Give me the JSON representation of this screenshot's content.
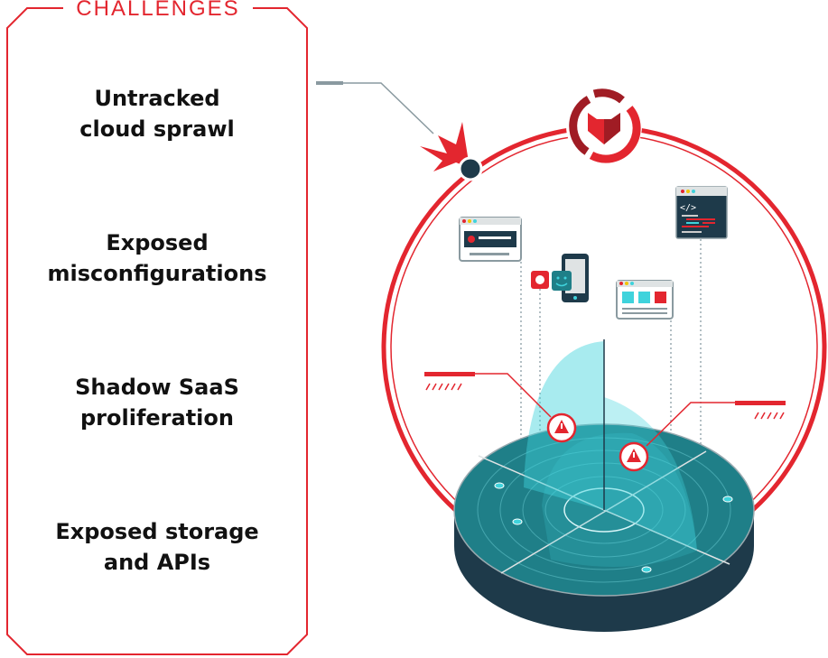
{
  "panel": {
    "title": "CHALLENGES",
    "items": [
      {
        "line1": "Untracked",
        "line2": "cloud sprawl"
      },
      {
        "line1": "Exposed",
        "line2": "misconfigurations"
      },
      {
        "line1": "Shadow SaaS",
        "line2": "proliferation"
      },
      {
        "line1": "Exposed storage",
        "line2": "and APIs"
      }
    ]
  },
  "colors": {
    "accent": "#e3262f",
    "dark_red": "#a01c24",
    "teal": "#1f7f88",
    "navy": "#1e3a4a",
    "cyan": "#3fd3dc"
  },
  "code_window": {
    "tag": "</>"
  }
}
